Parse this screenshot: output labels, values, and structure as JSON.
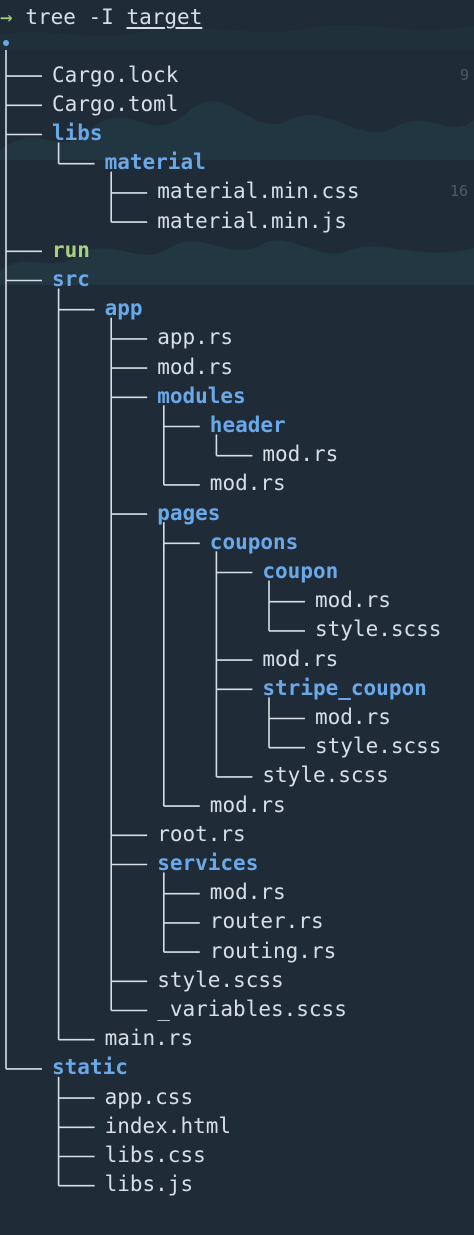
{
  "prompt": {
    "arrow": "→",
    "command": "tree -I",
    "argument": "target"
  },
  "tree_root": ".",
  "gutter": {
    "n1": "9",
    "n2": "16"
  },
  "colors": {
    "background": "#1f2c38",
    "directory": "#6aa8e8",
    "executable": "#a9d07e",
    "file": "#d8dee6",
    "tree_lines": "#d8dee6"
  },
  "entries": [
    {
      "depth": 0,
      "name": "Cargo.lock",
      "type": "file"
    },
    {
      "depth": 0,
      "name": "Cargo.toml",
      "type": "file"
    },
    {
      "depth": 0,
      "name": "libs",
      "type": "dir"
    },
    {
      "depth": 1,
      "name": "material",
      "type": "dir"
    },
    {
      "depth": 2,
      "name": "material.min.css",
      "type": "file"
    },
    {
      "depth": 2,
      "name": "material.min.js",
      "type": "file"
    },
    {
      "depth": 0,
      "name": "run",
      "type": "exec"
    },
    {
      "depth": 0,
      "name": "src",
      "type": "dir"
    },
    {
      "depth": 1,
      "name": "app",
      "type": "dir"
    },
    {
      "depth": 2,
      "name": "app.rs",
      "type": "file"
    },
    {
      "depth": 2,
      "name": "mod.rs",
      "type": "file"
    },
    {
      "depth": 2,
      "name": "modules",
      "type": "dir"
    },
    {
      "depth": 3,
      "name": "header",
      "type": "dir"
    },
    {
      "depth": 4,
      "name": "mod.rs",
      "type": "file"
    },
    {
      "depth": 3,
      "name": "mod.rs",
      "type": "file"
    },
    {
      "depth": 2,
      "name": "pages",
      "type": "dir"
    },
    {
      "depth": 3,
      "name": "coupons",
      "type": "dir"
    },
    {
      "depth": 4,
      "name": "coupon",
      "type": "dir"
    },
    {
      "depth": 5,
      "name": "mod.rs",
      "type": "file"
    },
    {
      "depth": 5,
      "name": "style.scss",
      "type": "file"
    },
    {
      "depth": 4,
      "name": "mod.rs",
      "type": "file"
    },
    {
      "depth": 4,
      "name": "stripe_coupon",
      "type": "dir"
    },
    {
      "depth": 5,
      "name": "mod.rs",
      "type": "file"
    },
    {
      "depth": 5,
      "name": "style.scss",
      "type": "file"
    },
    {
      "depth": 4,
      "name": "style.scss",
      "type": "file"
    },
    {
      "depth": 3,
      "name": "mod.rs",
      "type": "file"
    },
    {
      "depth": 2,
      "name": "root.rs",
      "type": "file"
    },
    {
      "depth": 2,
      "name": "services",
      "type": "dir"
    },
    {
      "depth": 3,
      "name": "mod.rs",
      "type": "file"
    },
    {
      "depth": 3,
      "name": "router.rs",
      "type": "file"
    },
    {
      "depth": 3,
      "name": "routing.rs",
      "type": "file"
    },
    {
      "depth": 2,
      "name": "style.scss",
      "type": "file"
    },
    {
      "depth": 2,
      "name": "_variables.scss",
      "type": "file"
    },
    {
      "depth": 1,
      "name": "main.rs",
      "type": "file"
    },
    {
      "depth": 0,
      "name": "static",
      "type": "dir"
    },
    {
      "depth": 1,
      "name": "app.css",
      "type": "file"
    },
    {
      "depth": 1,
      "name": "index.html",
      "type": "file"
    },
    {
      "depth": 1,
      "name": "libs.css",
      "type": "file"
    },
    {
      "depth": 1,
      "name": "libs.js",
      "type": "file"
    }
  ]
}
